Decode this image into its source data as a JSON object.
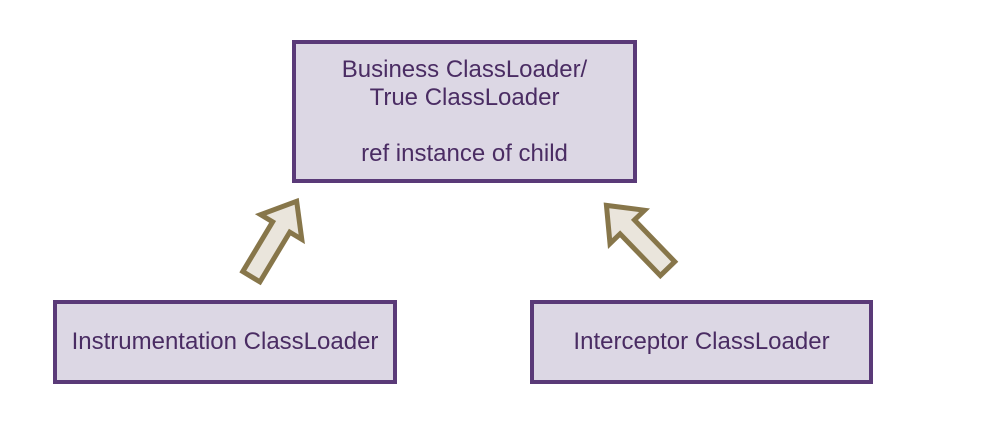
{
  "diagram": {
    "nodes": {
      "parent": {
        "title_line1": "Business ClassLoader/",
        "title_line2": "True ClassLoader",
        "note": "ref instance of child"
      },
      "left": {
        "label": "Instrumentation ClassLoader"
      },
      "right": {
        "label": "Interceptor ClassLoader"
      }
    },
    "icons": {
      "left_arrow": "block-arrow-up-right",
      "right_arrow": "block-arrow-up-left"
    },
    "colors": {
      "canvas_background": "#ffffff",
      "box_fill": "#dcd7e4",
      "box_border": "#5a3a78",
      "box_text": "#4a2c63",
      "arrow_fill": "#eae5dc",
      "arrow_border": "#87764a"
    }
  }
}
